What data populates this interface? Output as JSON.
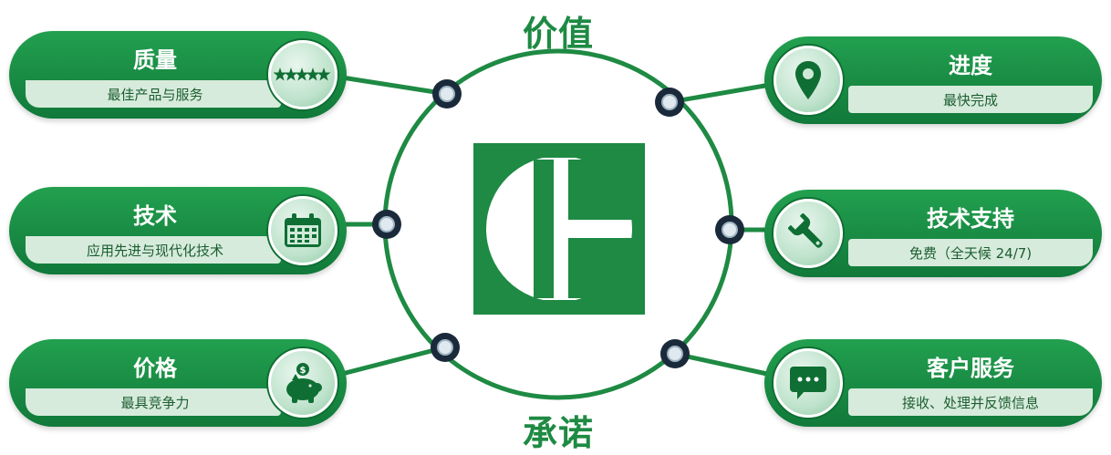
{
  "headings": {
    "top": "价值",
    "bottom": "承诺"
  },
  "colors": {
    "brand_green": "#1e8a43",
    "card_green": "#19893f",
    "subtitle_band": "#d7ebdc",
    "node_dark": "#1a2a3a"
  },
  "cards": {
    "quality": {
      "title": "质量",
      "subtitle": "最佳产品与服务",
      "icon": "five-stars-icon"
    },
    "technology": {
      "title": "技术",
      "subtitle": "应用先进与现代化技术",
      "icon": "calendar-icon"
    },
    "price": {
      "title": "价格",
      "subtitle": "最具竞争力",
      "icon": "piggy-bank-icon"
    },
    "progress": {
      "title": "进度",
      "subtitle": "最快完成",
      "icon": "location-pin-icon"
    },
    "support": {
      "title": "技术支持",
      "subtitle": "免费（全天候 24/7)",
      "icon": "wrench-icon"
    },
    "service": {
      "title": "客户服务",
      "subtitle": "接收、处理并反馈信息",
      "icon": "chat-bubble-icon"
    }
  },
  "logo": {
    "icon": "company-logo-icon"
  }
}
